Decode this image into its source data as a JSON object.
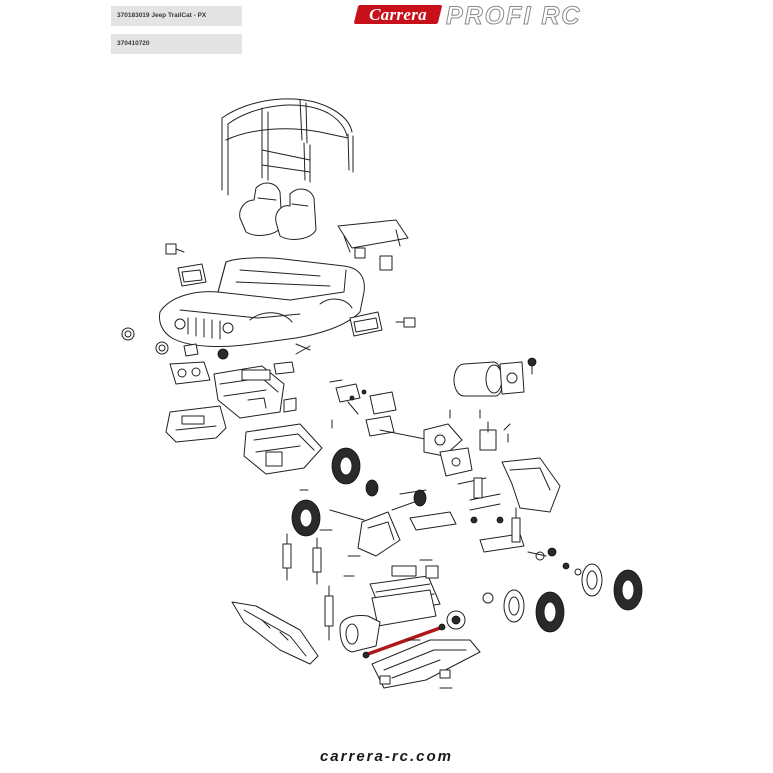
{
  "header": {
    "kit_title": "370183019 Jeep TrailCat - PX",
    "part_number": "370410720",
    "brand": "Carrera",
    "product_line": "PROFI RC"
  },
  "footer": {
    "url": "carrera-rc.com"
  },
  "colors": {
    "brand_red": "#c8101a",
    "label_gray": "#e4e4e4",
    "highlight_red": "#b01818",
    "line": "#222222"
  },
  "icons": [
    "carrera-logo",
    "profi-rc-logo"
  ]
}
